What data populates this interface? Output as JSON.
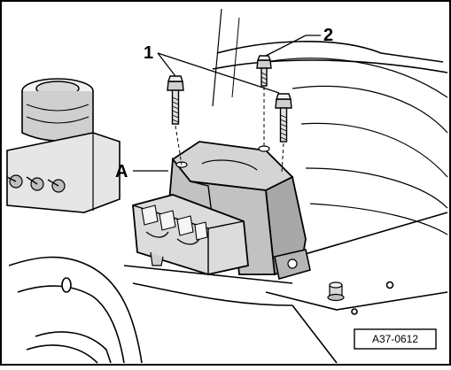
{
  "diagram": {
    "callouts": {
      "bolts_1": "1",
      "bolt_2": "2",
      "mount_a": "A"
    },
    "reference_code": "A37-0612"
  },
  "icons": {
    "bolt": "bolt-icon",
    "engine_mount": "engine-mount-icon"
  }
}
